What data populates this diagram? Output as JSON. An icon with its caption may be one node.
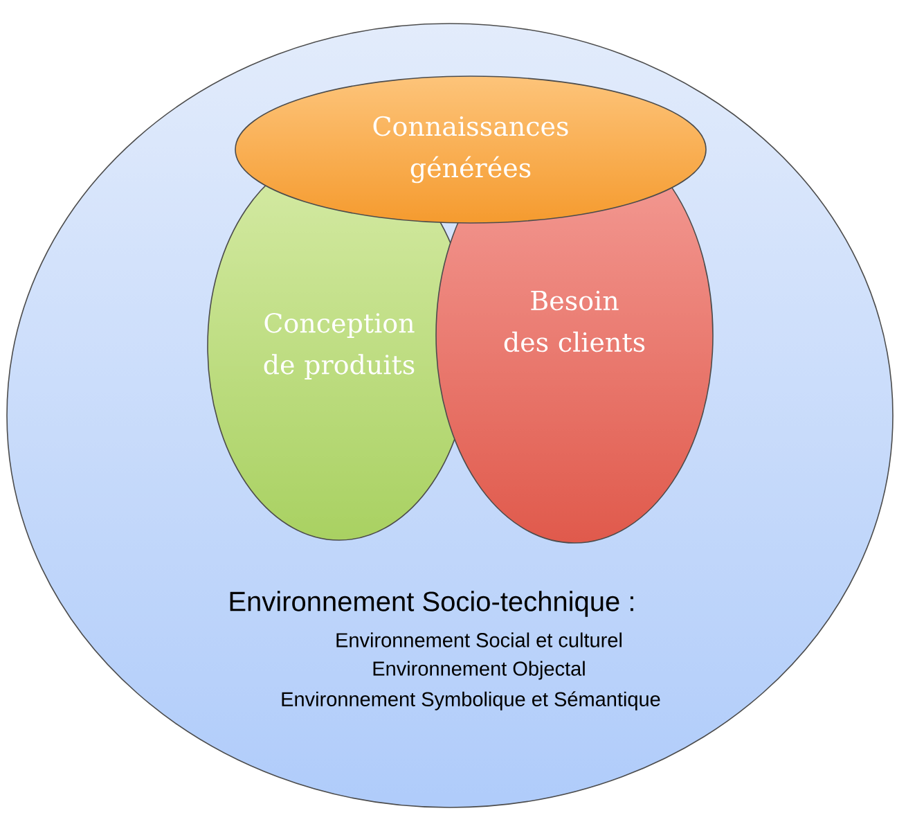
{
  "diagram": {
    "nodes": [
      {
        "text": [
          "Environnement Socio-technique :",
          "Environnement Social et culturel",
          "Environnement Objectal",
          "Environnement Symbolique et Sémantique"
        ]
      },
      {
        "text": [
          "Connaissances générées"
        ],
        "in": 0
      },
      {
        "text": [
          "Conception de produits"
        ],
        "in": 0
      },
      {
        "text": [
          "Besoin des clients"
        ],
        "in": 0
      }
    ]
  }
}
